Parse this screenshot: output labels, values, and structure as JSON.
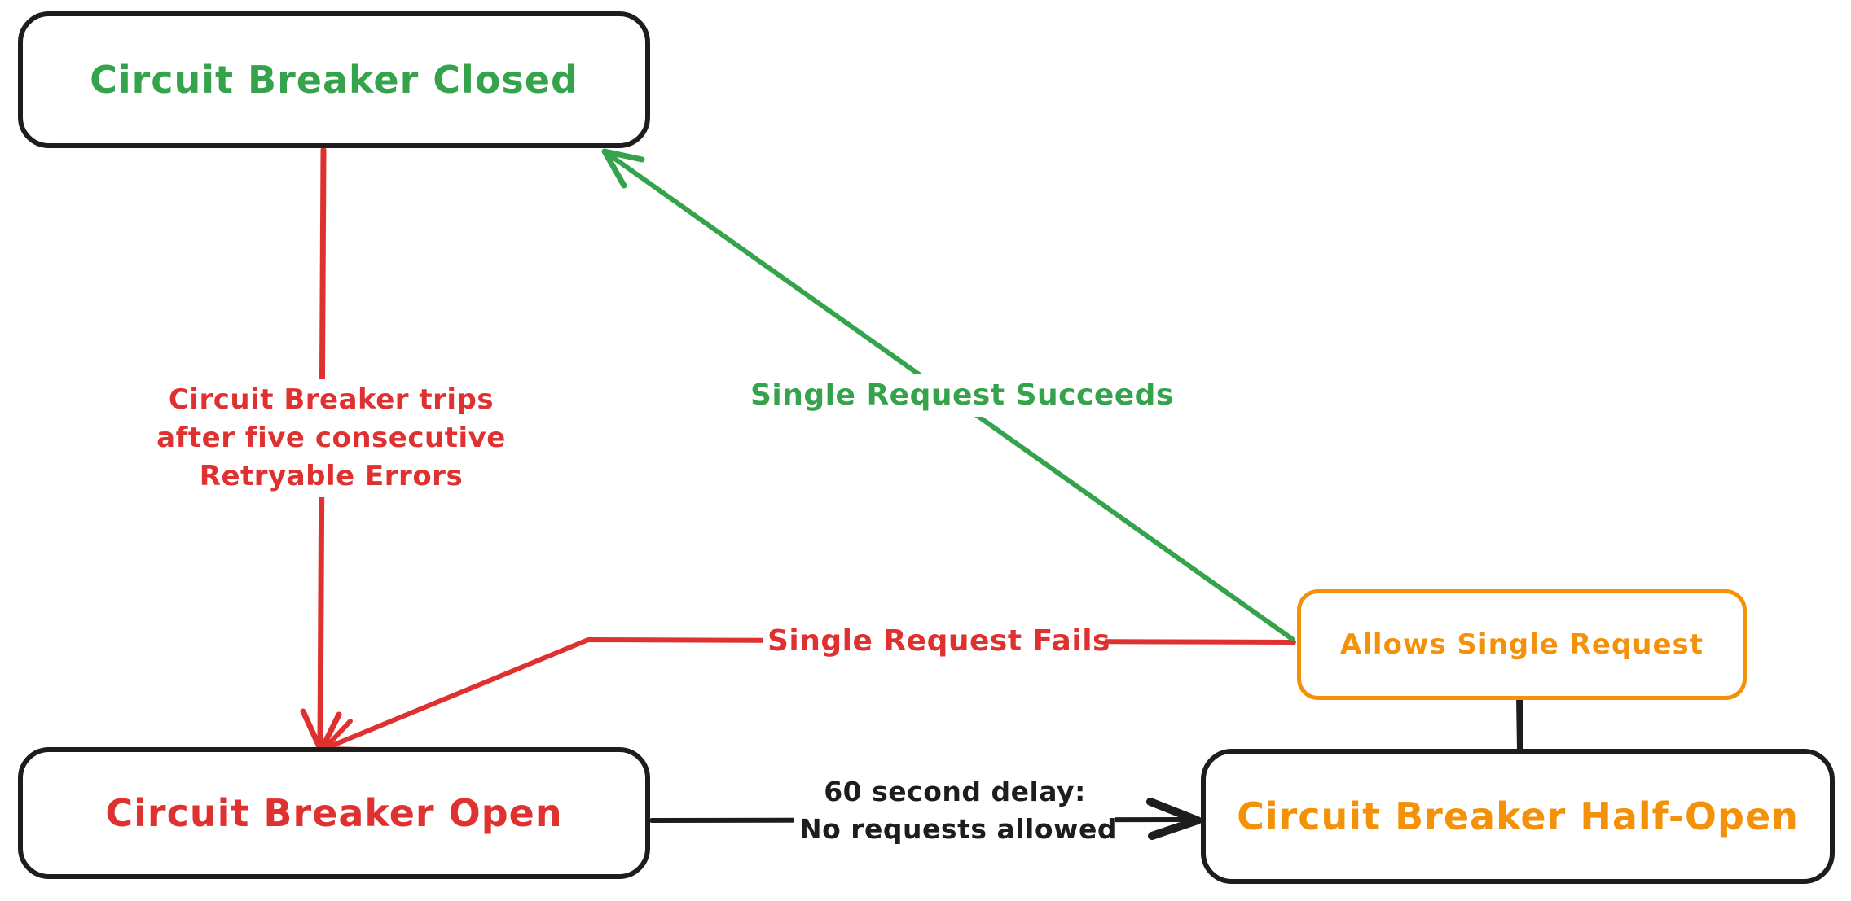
{
  "colors": {
    "green": "#35a24c",
    "red": "#e03131",
    "orange": "#f39208",
    "ink": "#1d1d1d",
    "background": "#ffffff"
  },
  "nodes": {
    "closed": {
      "label": "Circuit Breaker Closed",
      "text_color": "#35a24c",
      "border_color": "#1d1d1d"
    },
    "open": {
      "label": "Circuit Breaker Open",
      "text_color": "#e03131",
      "border_color": "#1d1d1d"
    },
    "half_open": {
      "label": "Circuit Breaker Half-Open",
      "text_color": "#f39208",
      "border_color": "#1d1d1d"
    },
    "allows": {
      "label": "Allows Single Request",
      "text_color": "#f39208",
      "border_color": "#f39208"
    }
  },
  "edges": {
    "trip": {
      "from": "closed",
      "to": "open",
      "color": "#e03131",
      "label_line1": "Circuit Breaker trips",
      "label_line2": "after five consecutive",
      "label_line3": "Retryable Errors"
    },
    "succeeds": {
      "from": "allows",
      "to": "closed",
      "color": "#35a24c",
      "label": "Single Request Succeeds"
    },
    "fails": {
      "from": "allows",
      "to": "open",
      "color": "#e03131",
      "label": "Single Request Fails"
    },
    "delay": {
      "from": "open",
      "to": "half_open",
      "color": "#1d1d1d",
      "label_line1": "60 second delay:",
      "label_line2": "No requests allowed"
    },
    "allows_link": {
      "from": "allows",
      "to": "half_open",
      "color": "#1d1d1d",
      "label": ""
    }
  }
}
